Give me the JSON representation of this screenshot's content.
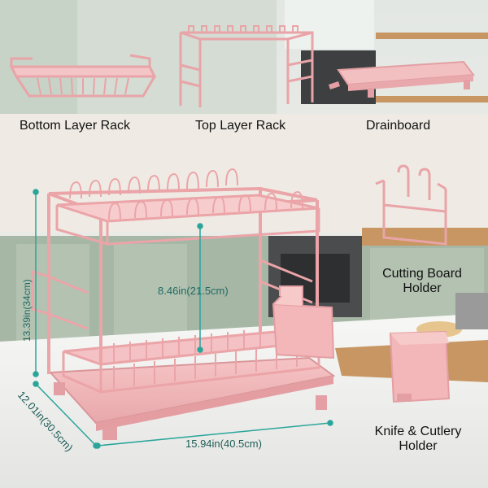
{
  "labels": {
    "bottom_layer_rack": "Bottom Layer Rack",
    "top_layer_rack": "Top Layer Rack",
    "drainboard": "Drainboard",
    "cutting_board_holder_l1": "Cutting Board",
    "cutting_board_holder_l2": "Holder",
    "knife_holder_l1": "Knife & Cutlery",
    "knife_holder_l2": "Holder"
  },
  "dimensions": {
    "height": "13.39in(34cm)",
    "inner_height": "8.46in(21.5cm)",
    "width": "15.94in(40.5cm)",
    "depth": "12.01in(30.5cm)"
  },
  "colors": {
    "rack_pink": "#f2b6b8",
    "rack_pink_dark": "#d88d92",
    "accent_teal": "#2aa59a",
    "counter": "#f1f2f0",
    "cabinet": "#a7b7a6",
    "wall": "#f4f1ea",
    "wood": "#c79662"
  }
}
